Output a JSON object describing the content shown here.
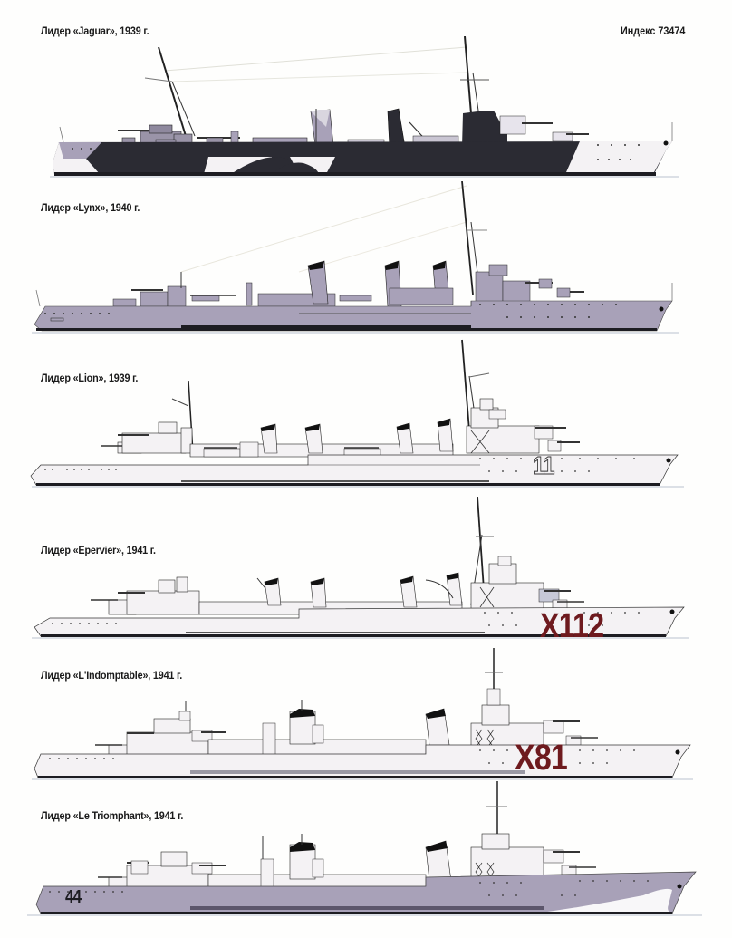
{
  "header": {
    "index_label": "Индекс 73474"
  },
  "colors": {
    "background": "#fefefd",
    "hull_white": "#f4f2f4",
    "hull_grey_lilac": "#a8a1b8",
    "hull_dark_camo": "#2b2b33",
    "waterline": "#1d1d22",
    "funnel_cap": "#111111",
    "pennant_red": "#6e1a1e",
    "sea_line": "#b9c2cf"
  },
  "plates": [
    {
      "caption": "Лидер «Jaguar», 1939 г.",
      "ship_name": "Jaguar",
      "year": "1939",
      "scheme": "dazzle camouflage (dark grey / light grey / white)",
      "pennant": ""
    },
    {
      "caption": "Лидер «Lynx», 1940 г.",
      "ship_name": "Lynx",
      "year": "1940",
      "scheme": "overall grey-lilac",
      "pennant": ""
    },
    {
      "caption": "Лидер «Lion», 1939 г.",
      "ship_name": "Lion",
      "year": "1939",
      "scheme": "white",
      "pennant": "11"
    },
    {
      "caption": "Лидер «Epervier», 1941 г.",
      "ship_name": "Epervier",
      "year": "1941",
      "scheme": "white",
      "pennant": "X112"
    },
    {
      "caption": "Лидер «L'Indomptable», 1941 г.",
      "ship_name": "L'Indomptable",
      "year": "1941",
      "scheme": "white",
      "pennant": "X81"
    },
    {
      "caption": "Лидер «Le Triomphant», 1941 г.",
      "ship_name": "Le Triomphant",
      "year": "1941",
      "scheme": "grey-lilac with white false bow wave",
      "pennant": "44"
    }
  ]
}
